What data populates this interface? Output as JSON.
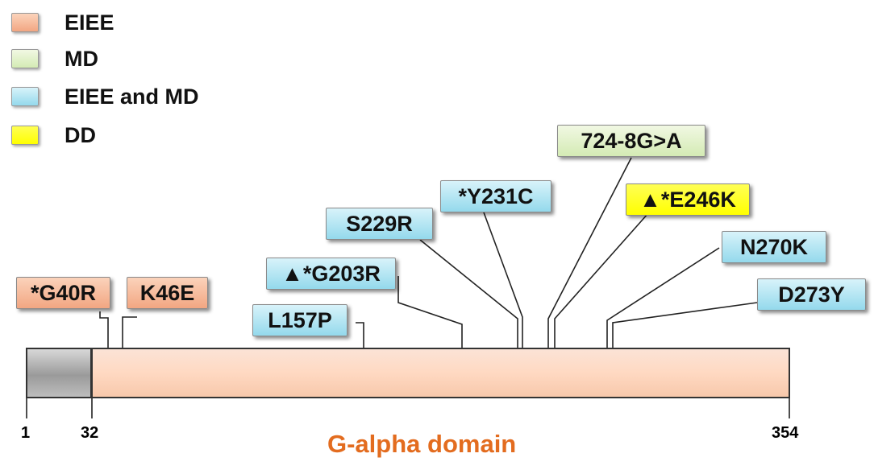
{
  "legend": [
    {
      "label": "EIEE",
      "color": "#f5b08f"
    },
    {
      "label": "MD",
      "color": "#dff0c8"
    },
    {
      "label": "EIEE and MD",
      "color": "#a9e2f0"
    },
    {
      "label": "DD",
      "color": "#ffff00"
    }
  ],
  "mutations": [
    {
      "label": "*G40R",
      "category": "EIEE"
    },
    {
      "label": "K46E",
      "category": "EIEE"
    },
    {
      "label": "L157P",
      "category": "EIEE and MD"
    },
    {
      "label": "▲*G203R",
      "category": "EIEE and MD"
    },
    {
      "label": "S229R",
      "category": "EIEE and MD"
    },
    {
      "label": "*Y231C",
      "category": "EIEE and MD"
    },
    {
      "label": "724-8G>A",
      "category": "MD"
    },
    {
      "label": "▲*E246K",
      "category": "DD"
    },
    {
      "label": "N270K",
      "category": "EIEE and MD"
    },
    {
      "label": "D273Y",
      "category": "EIEE and MD"
    }
  ],
  "protein": {
    "positions": [
      "1",
      "32",
      "354"
    ],
    "domain_label": "G-alpha domain"
  }
}
